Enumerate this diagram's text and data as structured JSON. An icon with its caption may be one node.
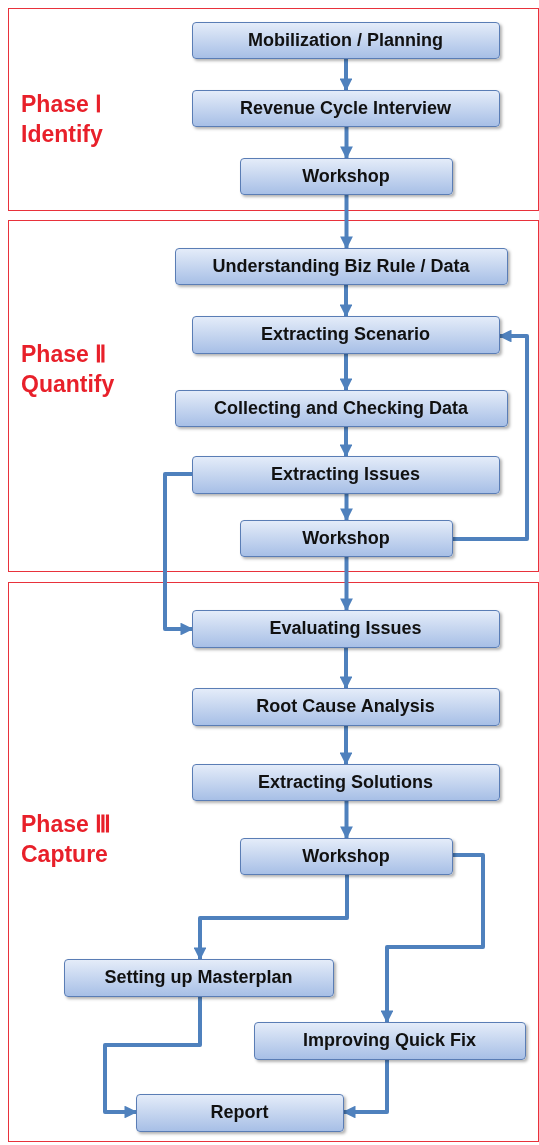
{
  "diagram": {
    "nodes": [
      {
        "text": [
          "Phase Ⅰ Identify"
        ]
      },
      {
        "text": [
          "Mobilization / Planning"
        ],
        "in": 0
      },
      {
        "text": [
          "Revenue Cycle Interview"
        ],
        "in": 0
      },
      {
        "text": [
          "Workshop"
        ],
        "in": 0
      },
      {
        "text": [
          "Phase Ⅱ Quantify"
        ]
      },
      {
        "text": [
          "Understanding Biz Rule / Data"
        ],
        "in": 4
      },
      {
        "text": [
          "Extracting Scenario"
        ],
        "in": 4
      },
      {
        "text": [
          "Collecting and Checking Data"
        ],
        "in": 4
      },
      {
        "text": [
          "Extracting Issues"
        ],
        "in": 4
      },
      {
        "text": [
          "Workshop"
        ],
        "in": 4
      },
      {
        "text": [
          "Phase Ⅲ Capture"
        ]
      },
      {
        "text": [
          "Evaluating Issues"
        ],
        "in": 10
      },
      {
        "text": [
          "Root Cause Analysis"
        ],
        "in": 10
      },
      {
        "text": [
          "Extracting Solutions"
        ],
        "in": 10
      },
      {
        "text": [
          "Workshop"
        ],
        "in": 10
      },
      {
        "text": [
          "Setting up Masterplan"
        ],
        "in": 10
      },
      {
        "text": [
          "Improving Quick Fix"
        ],
        "in": 10
      },
      {
        "text": [
          "Report"
        ],
        "in": 10
      }
    ],
    "edges": [
      {
        "from": 1,
        "to": 2,
        "arrow": "to"
      },
      {
        "from": 2,
        "to": 3,
        "arrow": "to"
      },
      {
        "from": 3,
        "to": 5,
        "arrow": "to"
      },
      {
        "from": 5,
        "to": 6,
        "arrow": "to"
      },
      {
        "from": 6,
        "to": 7,
        "arrow": "to"
      },
      {
        "from": 7,
        "to": 8,
        "arrow": "to"
      },
      {
        "from": 8,
        "to": 9,
        "arrow": "to"
      },
      {
        "from": 9,
        "to": 6,
        "arrow": "to"
      },
      {
        "from": 9,
        "to": 11,
        "arrow": "to"
      },
      {
        "from": 8,
        "to": 11,
        "arrow": "to"
      },
      {
        "from": 11,
        "to": 12,
        "arrow": "to"
      },
      {
        "from": 12,
        "to": 13,
        "arrow": "to"
      },
      {
        "from": 13,
        "to": 14,
        "arrow": "to"
      },
      {
        "from": 14,
        "to": 15,
        "arrow": "to"
      },
      {
        "from": 14,
        "to": 16,
        "arrow": "to"
      },
      {
        "from": 15,
        "to": 17,
        "arrow": "to"
      },
      {
        "from": 16,
        "to": 17,
        "arrow": "to"
      }
    ]
  }
}
